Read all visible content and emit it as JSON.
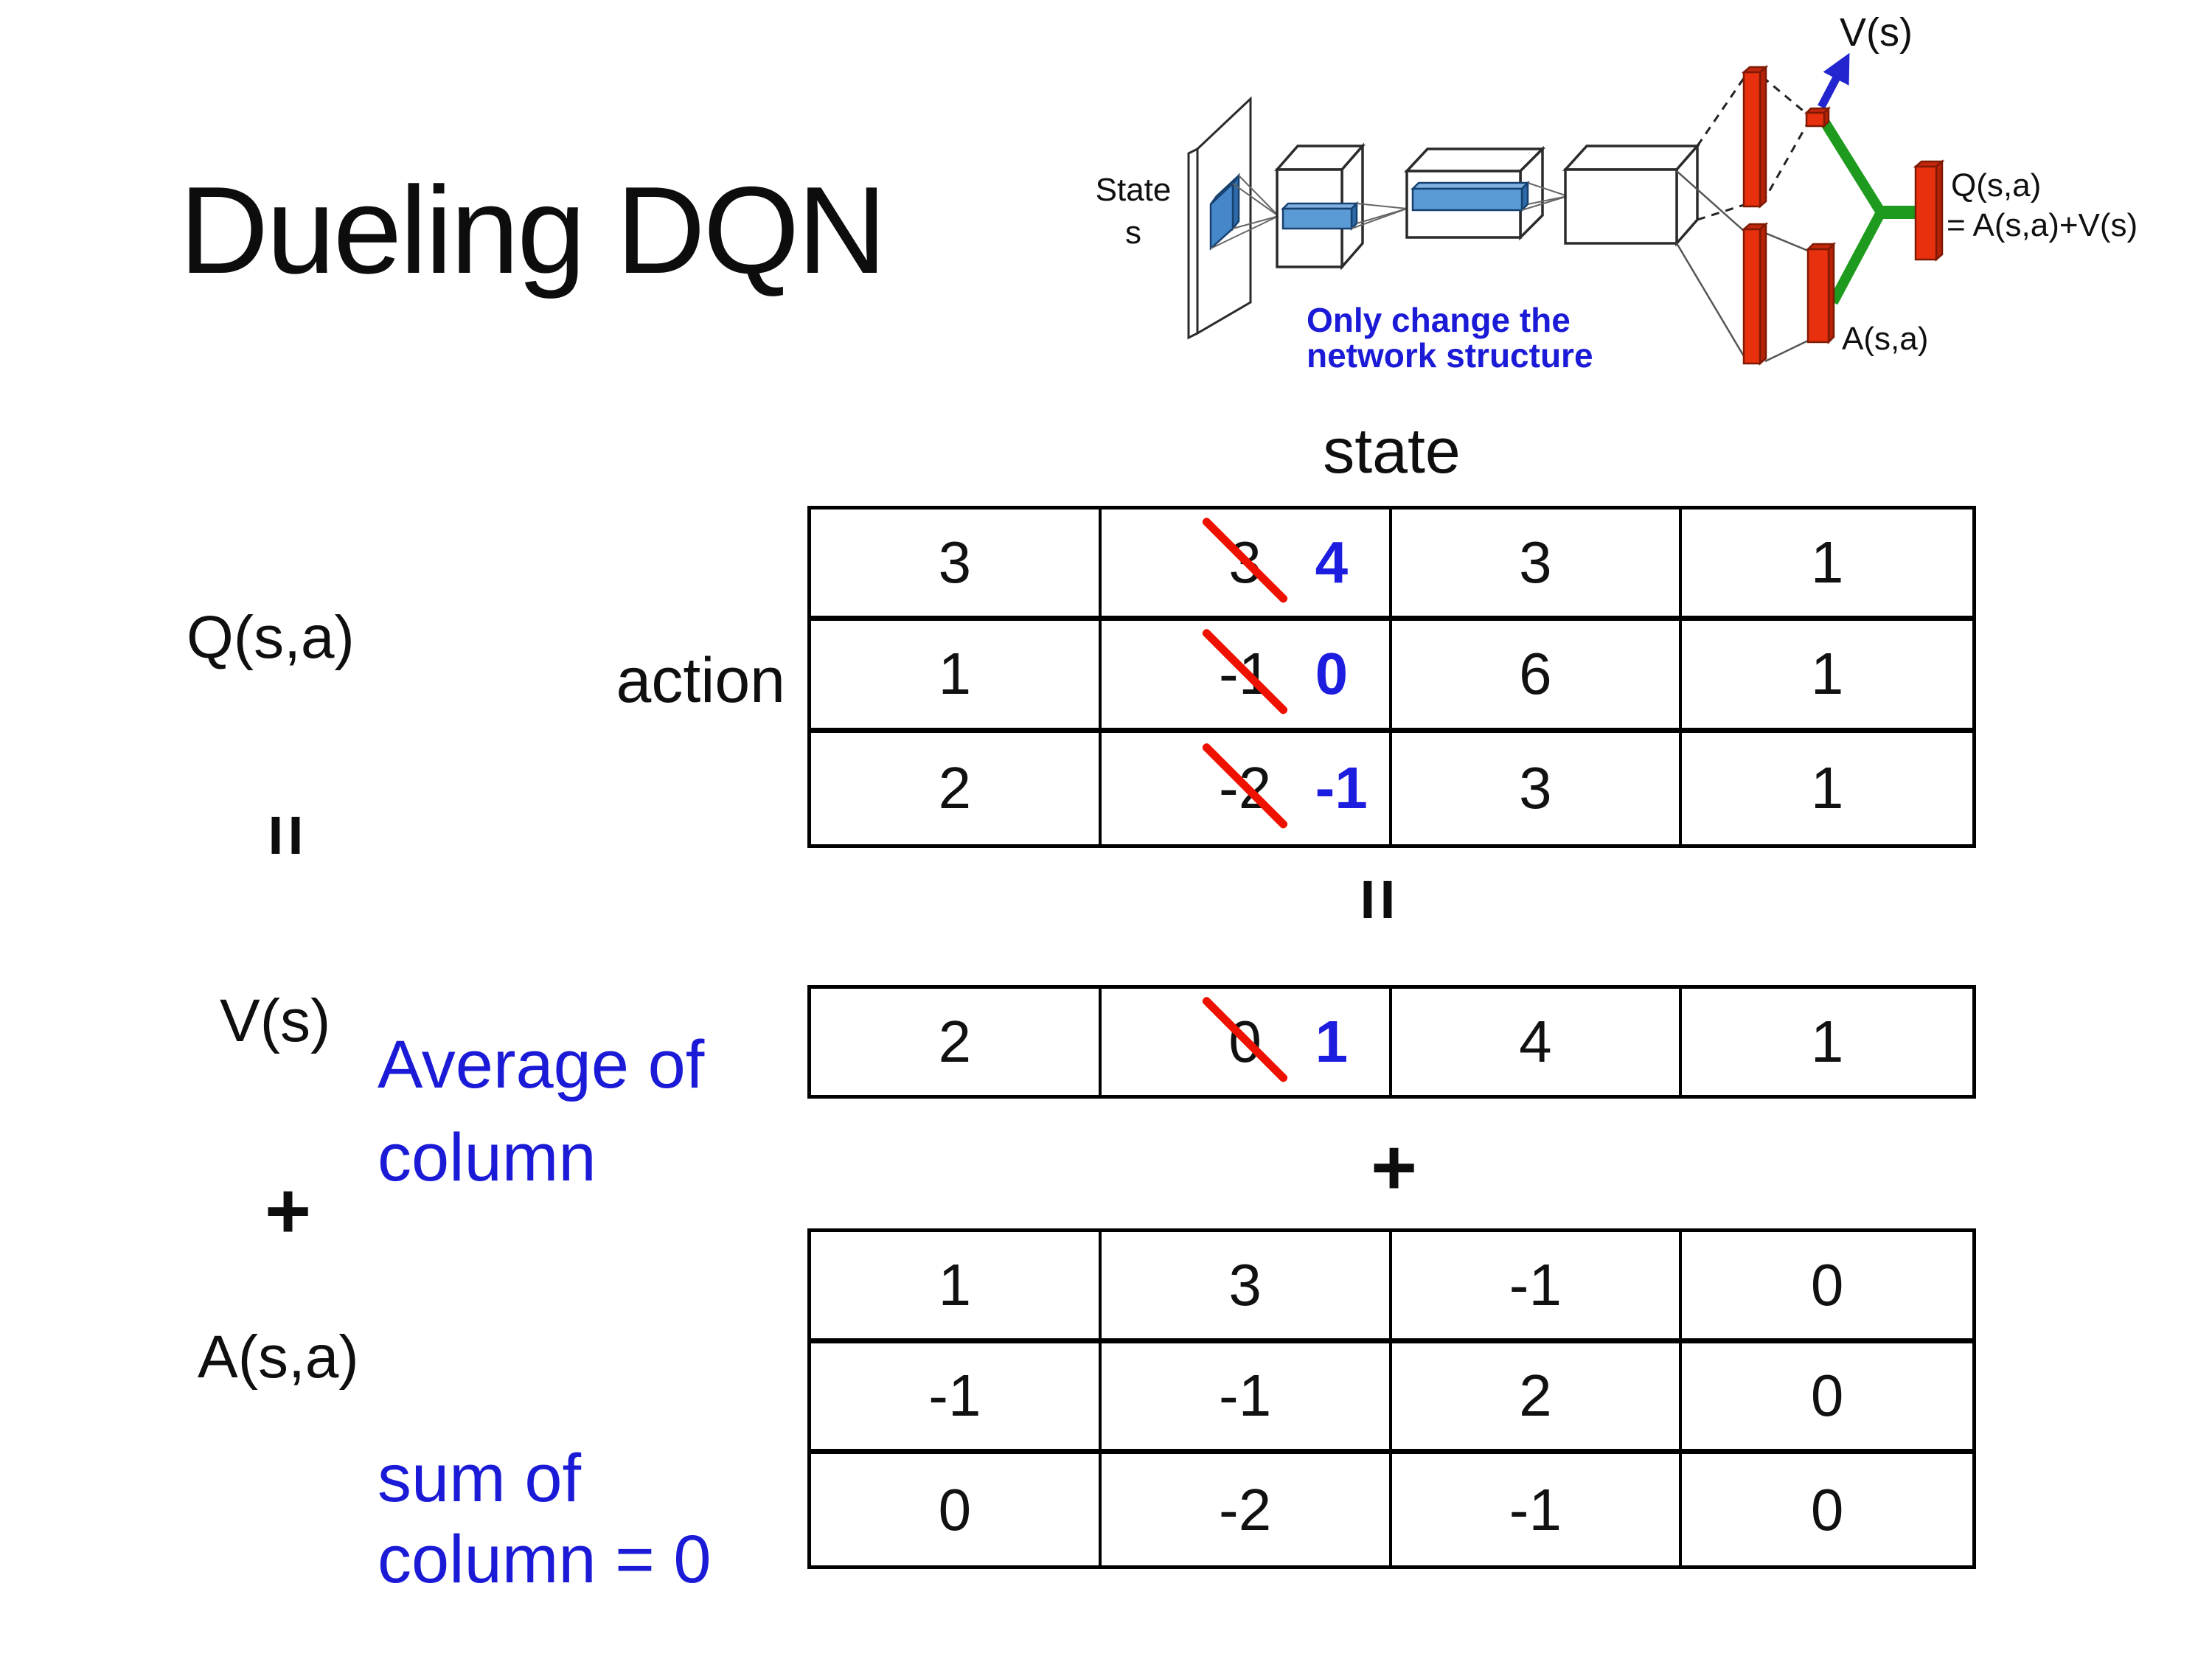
{
  "title": "Dueling DQN",
  "diagram": {
    "state_line1": "State",
    "state_line2": "s",
    "note_line1": "Only change the",
    "note_line2": "network structure",
    "v_out": "V(s)",
    "q_out_line1": "Q(s,a)",
    "q_out_line2": "= A(s,a)+V(s)",
    "a_out": "A(s,a)"
  },
  "equation": {
    "q": "Q(s,a)",
    "eq1": "=",
    "v": "V(s)",
    "plus1": "+",
    "a": "A(s,a)",
    "eq2": "=",
    "plus2": "+",
    "avg_line1": "Average of",
    "avg_line2": "column",
    "sum_line1": "sum of",
    "sum_line2": "column = 0"
  },
  "matrix": {
    "state_header": "state",
    "action_label": "action",
    "q_rows": [
      {
        "c0": "3",
        "c1_old": "3",
        "c1_new": "4",
        "c2": "3",
        "c3": "1"
      },
      {
        "c0": "1",
        "c1_old": "-1",
        "c1_new": "0",
        "c2": "6",
        "c3": "1"
      },
      {
        "c0": "2",
        "c1_old": "-2",
        "c1_new": "-1",
        "c2": "3",
        "c3": "1"
      }
    ],
    "v_row": {
      "c0": "2",
      "c1_old": "0",
      "c1_new": "1",
      "c2": "4",
      "c3": "1"
    },
    "a_rows": [
      {
        "c0": "1",
        "c1": "3",
        "c2": "-1",
        "c3": "0"
      },
      {
        "c0": "-1",
        "c1": "-1",
        "c2": "2",
        "c3": "0"
      },
      {
        "c0": "0",
        "c1": "-2",
        "c2": "-1",
        "c3": "0"
      }
    ]
  },
  "colors": {
    "annotation_blue": "#1b1bd7",
    "value_blue": "#1d1de0",
    "strike_red": "#ee1100",
    "bar_red": "#e8300f",
    "merge_green": "#1e9b1e",
    "layer_blue": "#5b9bd5"
  }
}
